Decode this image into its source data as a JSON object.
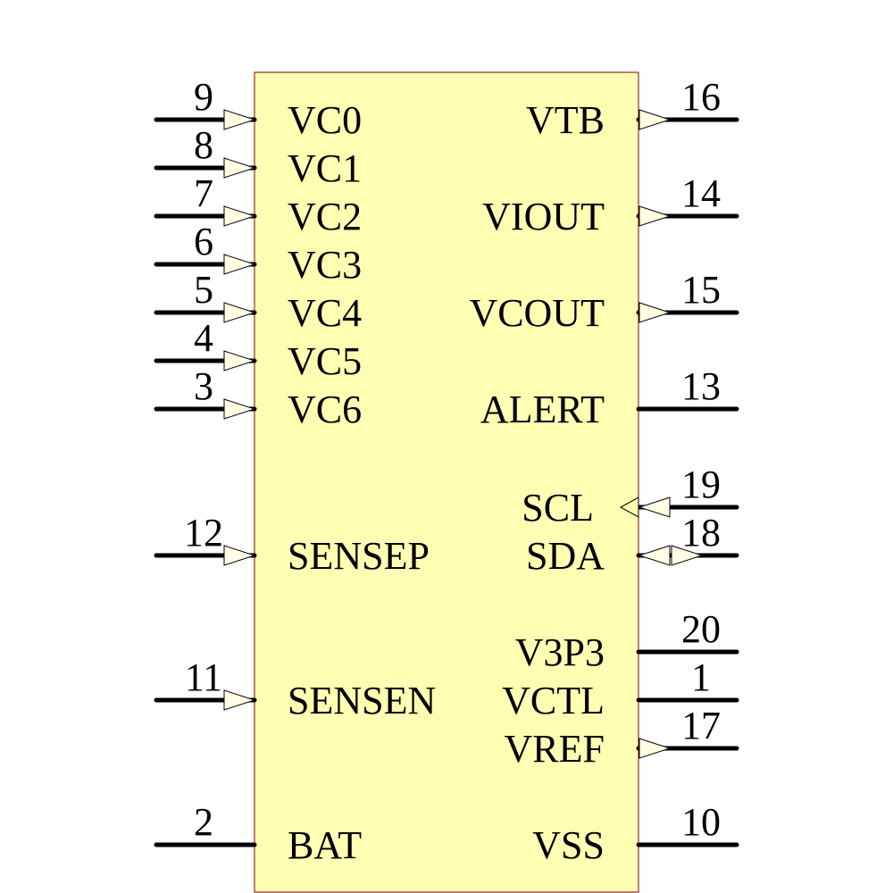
{
  "component": {
    "fill": "#ffffb4",
    "border": "#800000",
    "left_pins": [
      {
        "number": "9",
        "name": "VC0",
        "type": "input"
      },
      {
        "number": "8",
        "name": "VC1",
        "type": "input"
      },
      {
        "number": "7",
        "name": "VC2",
        "type": "input"
      },
      {
        "number": "6",
        "name": "VC3",
        "type": "input"
      },
      {
        "number": "5",
        "name": "VC4",
        "type": "input"
      },
      {
        "number": "4",
        "name": "VC5",
        "type": "input"
      },
      {
        "number": "3",
        "name": "VC6",
        "type": "input"
      },
      {
        "number": "12",
        "name": "SENSEP",
        "type": "input"
      },
      {
        "number": "11",
        "name": "SENSEN",
        "type": "input"
      },
      {
        "number": "2",
        "name": "BAT",
        "type": "power"
      }
    ],
    "right_pins": [
      {
        "number": "16",
        "name": "VTB",
        "type": "output"
      },
      {
        "number": "14",
        "name": "VIOUT",
        "type": "output"
      },
      {
        "number": "15",
        "name": "VCOUT",
        "type": "output"
      },
      {
        "number": "13",
        "name": "ALERT",
        "type": "passive"
      },
      {
        "number": "19",
        "name": "SCL",
        "type": "input"
      },
      {
        "number": "18",
        "name": "SDA",
        "type": "bidirectional"
      },
      {
        "number": "20",
        "name": "V3P3",
        "type": "power"
      },
      {
        "number": "1",
        "name": "VCTL",
        "type": "passive"
      },
      {
        "number": "17",
        "name": "VREF",
        "type": "output"
      },
      {
        "number": "10",
        "name": "VSS",
        "type": "power"
      }
    ]
  }
}
